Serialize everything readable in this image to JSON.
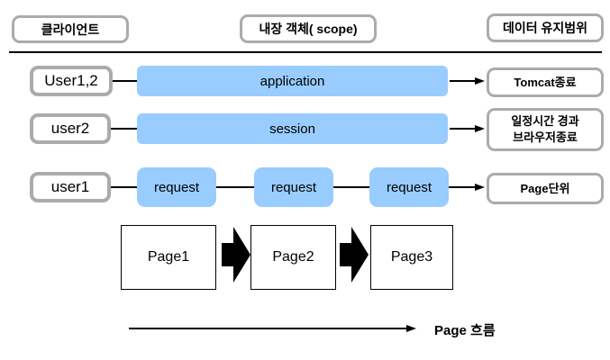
{
  "headers": {
    "client": "클라이언트",
    "scope": "내장 객체( scope)",
    "retention": "데이터 유지범위"
  },
  "row_application": {
    "client": "User1,2",
    "bar": "application",
    "retention": "Tomcat종료"
  },
  "row_session": {
    "client": "user2",
    "bar": "session",
    "retention_line1": "일정시간 경과",
    "retention_line2": "브라우저종료"
  },
  "row_request": {
    "client": "user1",
    "bar1": "request",
    "bar2": "request",
    "bar3": "request",
    "retention": "Page단위"
  },
  "pages": {
    "p1": "Page1",
    "p2": "Page2",
    "p3": "Page3"
  },
  "flow": {
    "label": "Page 흐름"
  },
  "colors": {
    "bar_blue": "#99CCFF",
    "box_border_gray": "#ABABAB",
    "line_black": "#000000"
  }
}
